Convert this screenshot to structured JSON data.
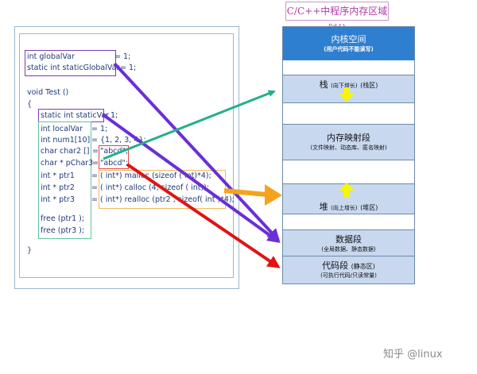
{
  "title": "C/C++中程序内存区域划分",
  "code": {
    "global_var": "int globalVar",
    "global_var_init": "= 1;",
    "static_global_var": "static int staticGlobalVar",
    "static_global_var_init": "= 1;",
    "func_sig": "void Test ()",
    "open_brace": "{",
    "static_var": "static int staticVar",
    "static_var_init": "= 1;",
    "local_var": "int localVar",
    "local_var_init": "= 1;",
    "num1": "int num1[10]",
    "num1_init": "= {1, 2, 3, 4};",
    "char2": "char char2 []",
    "char2_eq": "=",
    "char2_val": "\"abcd\";",
    "pchar3": "char * pChar3",
    "pchar3_eq": "=",
    "pchar3_val": "\"abcd\";",
    "ptr1": "int * ptr1",
    "ptr1_init": "= ( int*) malloc (sizeof ( int)*4);",
    "ptr2": "int * ptr2",
    "ptr2_init": "= ( int*) calloc (4, sizeof ( int));",
    "ptr3": "int * ptr3",
    "ptr3_init": "= ( int*) realloc (ptr2 , sizeof( int )*4);",
    "free1": "free (ptr1 );",
    "free3": "free (ptr3 );",
    "close_brace": "}"
  },
  "memory": {
    "kernel": {
      "title": "内核空间",
      "sub": "(用户代码不能读写)"
    },
    "stack": {
      "title": "栈",
      "growth": "(向下增长)",
      "alias": "(栈区)"
    },
    "mmap": {
      "title": "内存映射段",
      "sub": "(文件映射、动态库、匿名映射)"
    },
    "heap": {
      "title": "堆",
      "growth": "(向上增长)",
      "alias": "(堆区)"
    },
    "data": {
      "title": "数据段",
      "sub": "(全局数据、静态数据)"
    },
    "code": {
      "title": "代码段",
      "alias": "(静态区)",
      "sub": "(可执行代码/只读常量)"
    }
  },
  "colors": {
    "kernel": "#2f7fd0",
    "segment": "#c8d8ef",
    "purple_arrow": "#6a2fd6",
    "teal_arrow": "#23b08a",
    "orange_arrow": "#f5a31a",
    "red_arrow": "#e01414",
    "yellow_arrow": "#f6f600"
  },
  "watermark": "知乎 @linux"
}
